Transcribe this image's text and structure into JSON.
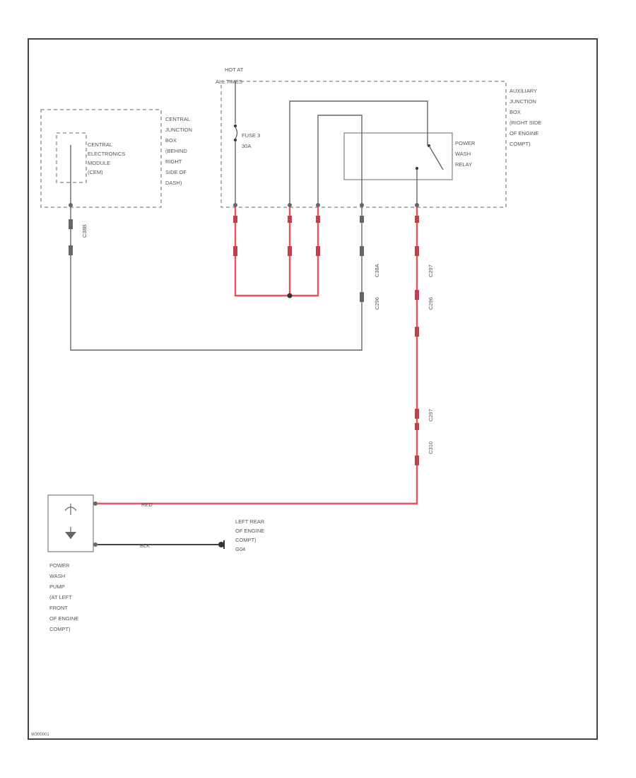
{
  "hot_label": [
    "HOT AT",
    "ALL TIMES"
  ],
  "central_junction_box": [
    "CENTRAL",
    "JUNCTION",
    "BOX",
    "(BEHIND",
    "RIGHT",
    "SIDE OF",
    "DASH)"
  ],
  "central_module": [
    "CENTRAL",
    "ELECTRONICS",
    "MODULE",
    "(CEM)"
  ],
  "fuse": [
    "FUSE 3",
    "30A"
  ],
  "aux_junction_box": [
    "AUXILIARY",
    "JUNCTION",
    "BOX",
    "(RIGHT SIDE",
    "OF ENGINE",
    "COMPT)"
  ],
  "relay": [
    "POWER",
    "WASH",
    "RELAY"
  ],
  "pump": [
    "POWER",
    "WASH",
    "PUMP",
    "(AT LEFT",
    "FRONT",
    "OF ENGINE",
    "COMPT)"
  ],
  "ground": [
    "LEFT REAR",
    "OF ENGINE",
    "COMPT)",
    "G04"
  ],
  "wire_colors": {
    "red_wire": "RED",
    "black_wire": "BLK"
  },
  "connector_ids": {
    "cem_wire": "C38B",
    "aux_1": "C38A",
    "aux_2": "C296",
    "aux_3": "C297",
    "aux_4": "C296",
    "lower_1": "C297",
    "lower_2": "C310"
  },
  "footer_code": "W300001",
  "colors": {
    "wire_red": "#f05060",
    "frame": "#444444",
    "dashed": "#9a9a9a"
  }
}
